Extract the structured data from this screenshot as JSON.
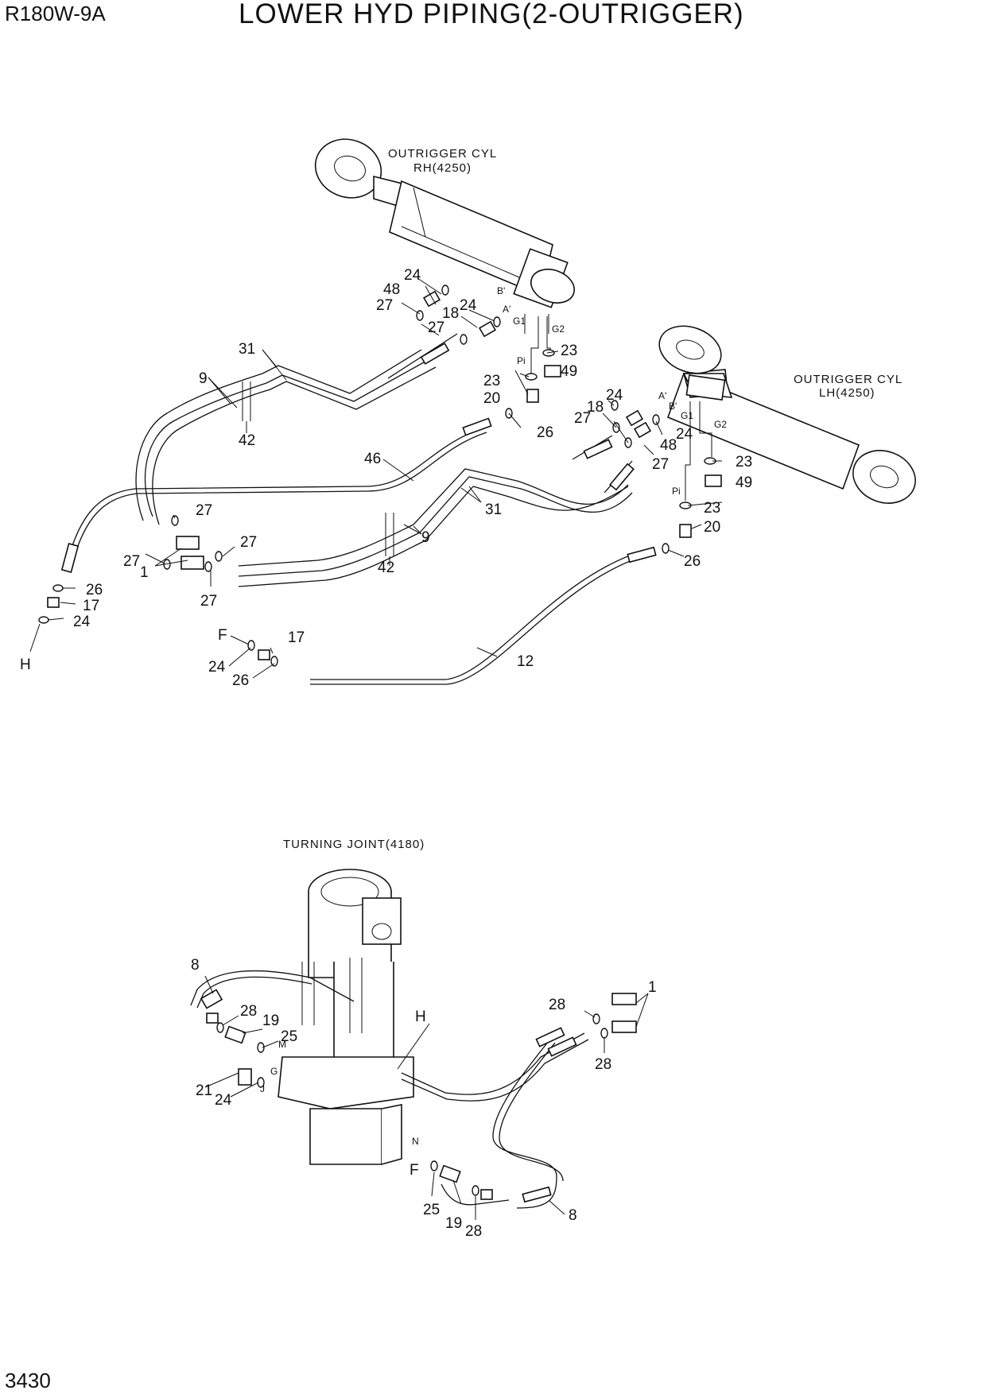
{
  "header": {
    "model": "R180W-9A",
    "title": "LOWER HYD PIPING(2-OUTRIGGER)"
  },
  "footer": {
    "page_number": "3430"
  },
  "components": {
    "rh_cylinder": [
      "OUTRIGGER CYL",
      "RH(4250)"
    ],
    "lh_cylinder": [
      "OUTRIGGER CYL",
      "LH(4250)"
    ],
    "turning_joint": "TURNING JOINT(4180)"
  },
  "port_labels": {
    "rh_b": "B'",
    "rh_a": "A'",
    "rh_g1": "G1",
    "rh_g2": "G2",
    "rh_pi": "Pi",
    "lh_a": "A'",
    "lh_b": "B'",
    "lh_g1": "G1",
    "lh_g2": "G2",
    "lh_pi": "Pi",
    "tj_m": "M",
    "tj_g": "G",
    "tj_j": "J",
    "tj_n": "N"
  },
  "callouts": {
    "c48a": "48",
    "c24a": "24",
    "c27a": "27",
    "c24b": "24",
    "c18a": "18",
    "c27b": "27",
    "c23a": "23",
    "c49a": "49",
    "c23b": "23",
    "c20a": "20",
    "c26a": "26",
    "c31a": "31",
    "c9a": "9",
    "c42a": "42",
    "c46": "46",
    "c24c": "24",
    "c18b": "18",
    "c27c": "27",
    "c48b": "48",
    "c24d": "24",
    "c27d": "27",
    "c23c": "23",
    "c49b": "49",
    "c23d": "23",
    "c20b": "20",
    "c26b": "26",
    "c31b": "31",
    "c9b": "9",
    "c42b": "42",
    "c27e": "27",
    "c27f": "27",
    "c27g": "27",
    "c1a": "1",
    "c27h": "27",
    "c26c": "26",
    "c17a": "17",
    "c24e": "24",
    "cH1": "H",
    "cF1": "F",
    "c17b": "17",
    "c24f": "24",
    "c26d": "26",
    "c12": "12",
    "c8a": "8",
    "c28a": "28",
    "c19a": "19",
    "c25a": "25",
    "c21": "21",
    "c24g": "24",
    "cH2": "H",
    "c28b": "28",
    "c1b": "1",
    "c28c": "28",
    "cF2": "F",
    "c25b": "25",
    "c19b": "19",
    "c28d": "28",
    "c8b": "8"
  }
}
